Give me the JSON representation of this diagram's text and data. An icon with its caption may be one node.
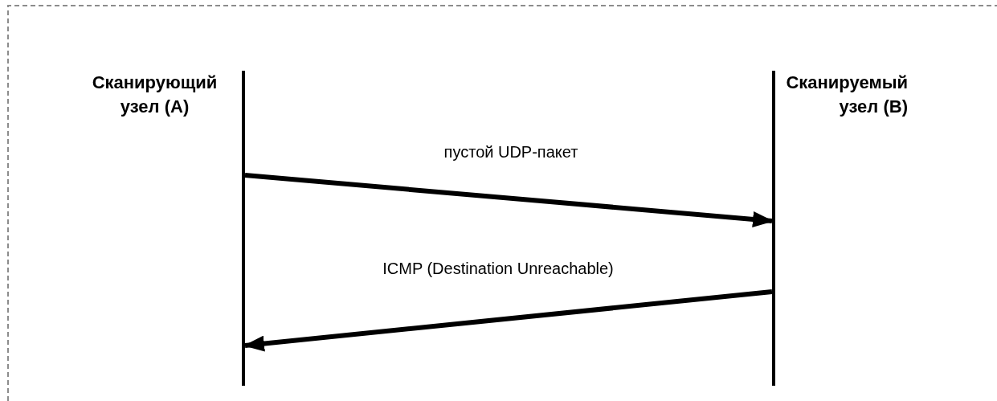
{
  "diagram": {
    "nodes": [
      {
        "text": [
          "Сканирующий узел (A)"
        ]
      },
      {
        "text": [
          "Сканируемый узел (B)"
        ]
      }
    ],
    "edges": [
      {
        "from": 0,
        "to": 1,
        "arrow": "to",
        "label": "пустой UDP-пакет"
      },
      {
        "from": 1,
        "to": 0,
        "arrow": "to",
        "label": "ICMP (Destination Unreachable)"
      }
    ]
  }
}
